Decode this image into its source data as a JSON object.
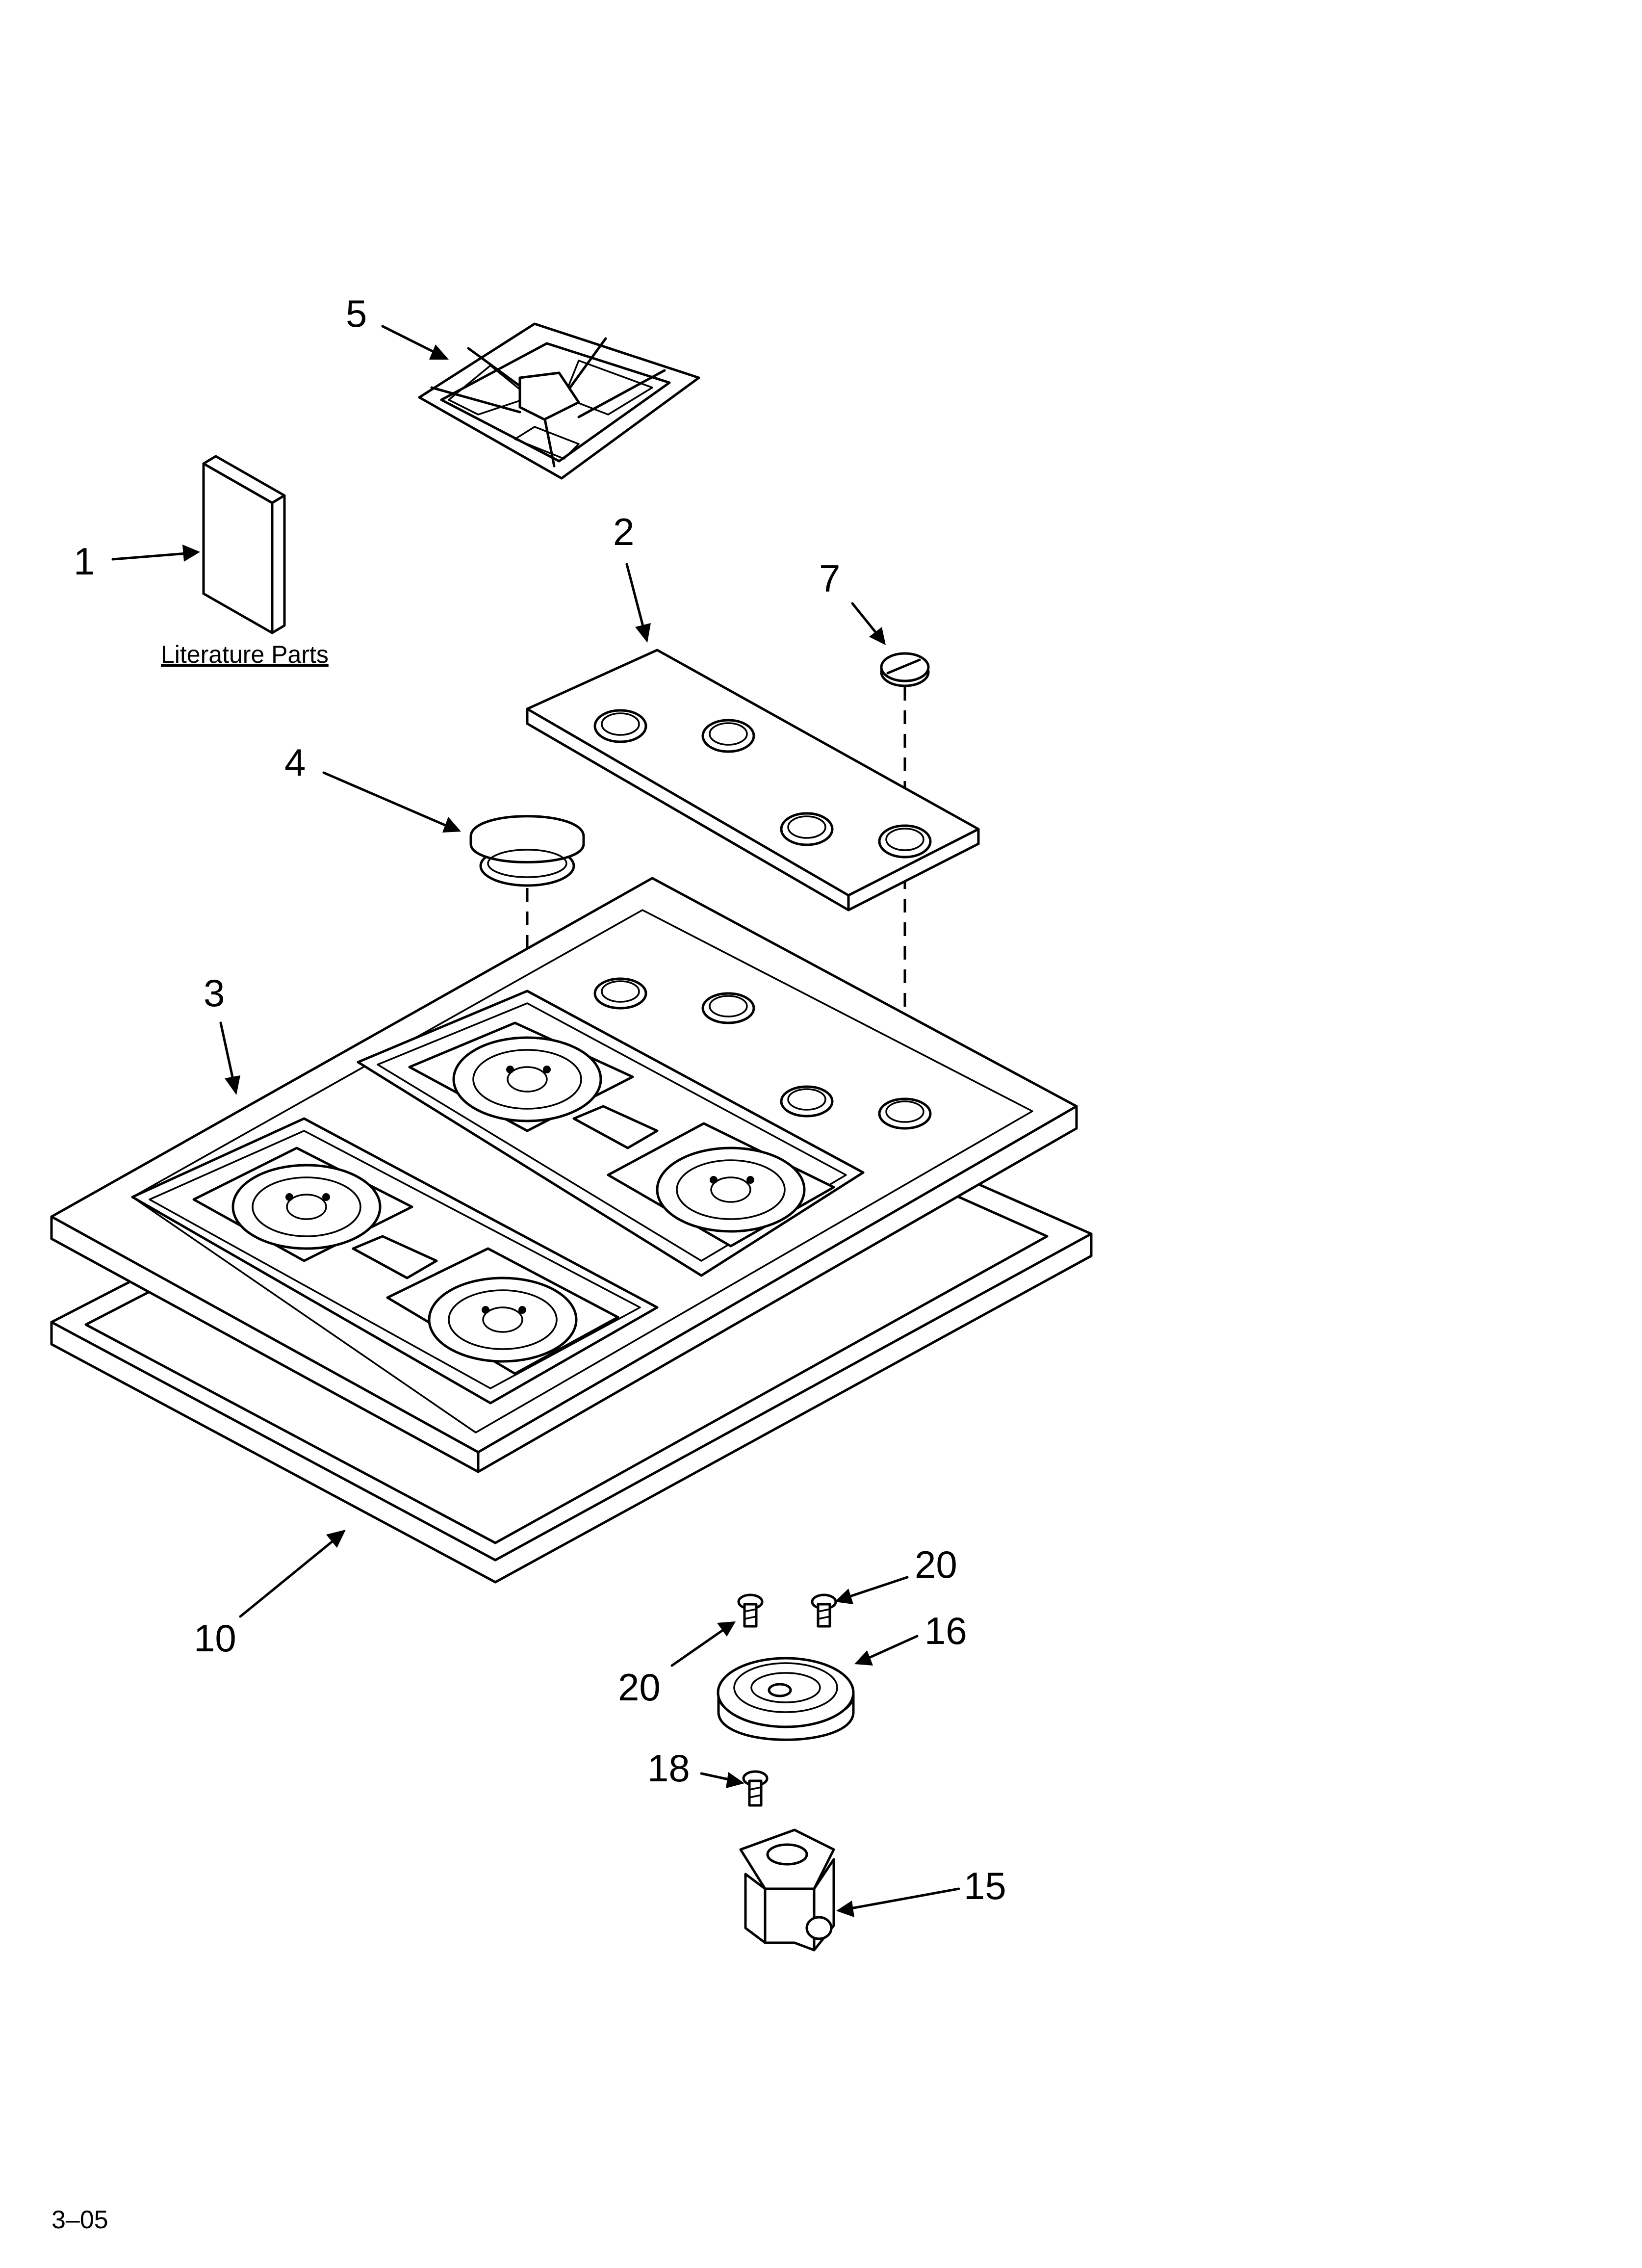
{
  "callouts": {
    "c1": "1",
    "c2": "2",
    "c3": "3",
    "c4": "4",
    "c5": "5",
    "c7": "7",
    "c10": "10",
    "c15": "15",
    "c16": "16",
    "c18": "18",
    "c20a": "20",
    "c20b": "20"
  },
  "literature_label": "Literature Parts",
  "footer_code": "3–05"
}
